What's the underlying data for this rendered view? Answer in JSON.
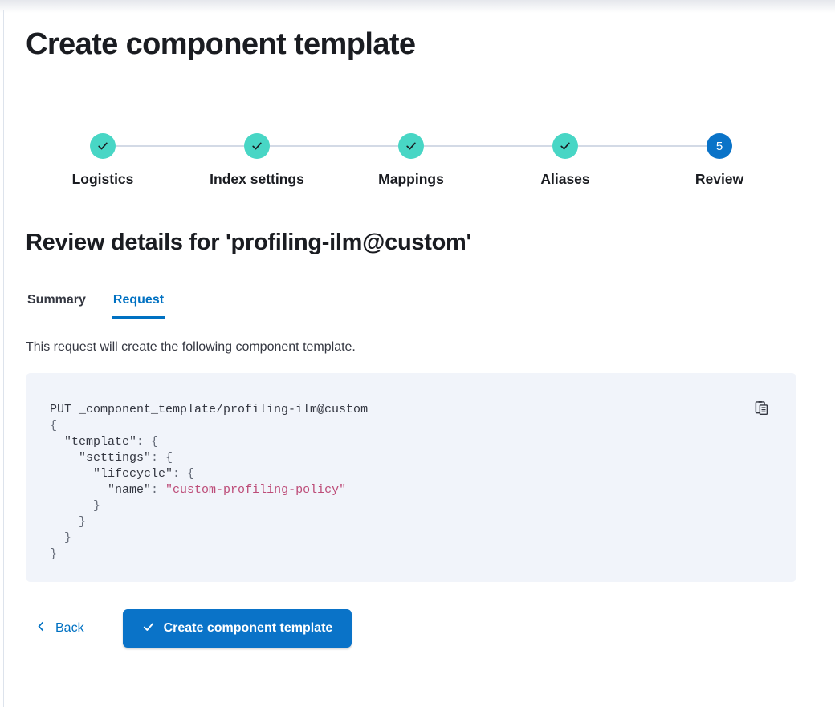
{
  "page": {
    "title": "Create component template"
  },
  "stepper": {
    "steps": [
      {
        "label": "Logistics",
        "status": "complete"
      },
      {
        "label": "Index settings",
        "status": "complete"
      },
      {
        "label": "Mappings",
        "status": "complete"
      },
      {
        "label": "Aliases",
        "status": "complete"
      },
      {
        "label": "Review",
        "status": "current",
        "number": "5"
      }
    ]
  },
  "review": {
    "heading": "Review details for 'profiling-ilm@custom'",
    "tabs": [
      {
        "label": "Summary",
        "active": false
      },
      {
        "label": "Request",
        "active": true
      }
    ],
    "description": "This request will create the following component template."
  },
  "request_preview": {
    "copy_icon": "copy-clipboard-icon",
    "lines": [
      [
        {
          "text": "PUT _component_template/profiling-ilm@custom",
          "type": "plain"
        }
      ],
      [
        {
          "text": "{",
          "type": "punct"
        }
      ],
      [
        {
          "text": "  ",
          "type": "punct"
        },
        {
          "text": "\"template\"",
          "type": "key"
        },
        {
          "text": ": {",
          "type": "punct"
        }
      ],
      [
        {
          "text": "    ",
          "type": "punct"
        },
        {
          "text": "\"settings\"",
          "type": "key"
        },
        {
          "text": ": {",
          "type": "punct"
        }
      ],
      [
        {
          "text": "      ",
          "type": "punct"
        },
        {
          "text": "\"lifecycle\"",
          "type": "key"
        },
        {
          "text": ": {",
          "type": "punct"
        }
      ],
      [
        {
          "text": "        ",
          "type": "punct"
        },
        {
          "text": "\"name\"",
          "type": "key"
        },
        {
          "text": ": ",
          "type": "punct"
        },
        {
          "text": "\"custom-profiling-policy\"",
          "type": "string"
        }
      ],
      [
        {
          "text": "      }",
          "type": "punct"
        }
      ],
      [
        {
          "text": "    }",
          "type": "punct"
        }
      ],
      [
        {
          "text": "  }",
          "type": "punct"
        }
      ],
      [
        {
          "text": "}",
          "type": "punct"
        }
      ]
    ]
  },
  "footer": {
    "back_label": "Back",
    "create_button_label": "Create component template"
  },
  "colors": {
    "step_complete_fill": "#48d6c5",
    "step_current_fill": "#0a73c8",
    "primary_link": "#0071c2",
    "primary_button_fill": "#0a73c8",
    "code_background": "#f1f4fa",
    "code_string": "#bd4c78",
    "code_punctuation": "#646a77",
    "text_dark": "#1a1c21",
    "text_body": "#343741",
    "divider": "#d3dae6"
  }
}
